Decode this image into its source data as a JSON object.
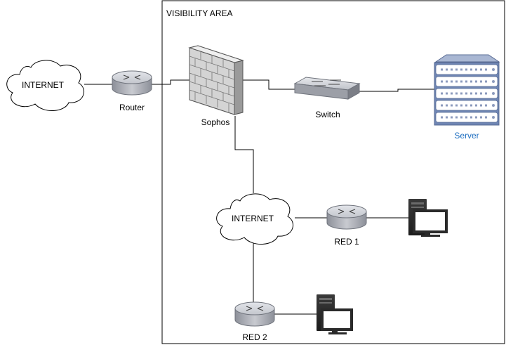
{
  "diagram": {
    "area_label": "VISIBILITY AREA",
    "nodes": {
      "internet_top": {
        "label": "INTERNET"
      },
      "router": {
        "label": "Router"
      },
      "firewall": {
        "label": "Sophos"
      },
      "switch": {
        "label": "Switch"
      },
      "server": {
        "label": "Server"
      },
      "internet_mid": {
        "label": "INTERNET"
      },
      "red1": {
        "label": "RED 1"
      },
      "red2": {
        "label": "RED 2"
      }
    },
    "colors": {
      "line": "#000000",
      "server_label": "#1f6fc1",
      "router_fill": "#b9bcc4",
      "server_fill": "#6f86b4"
    }
  }
}
